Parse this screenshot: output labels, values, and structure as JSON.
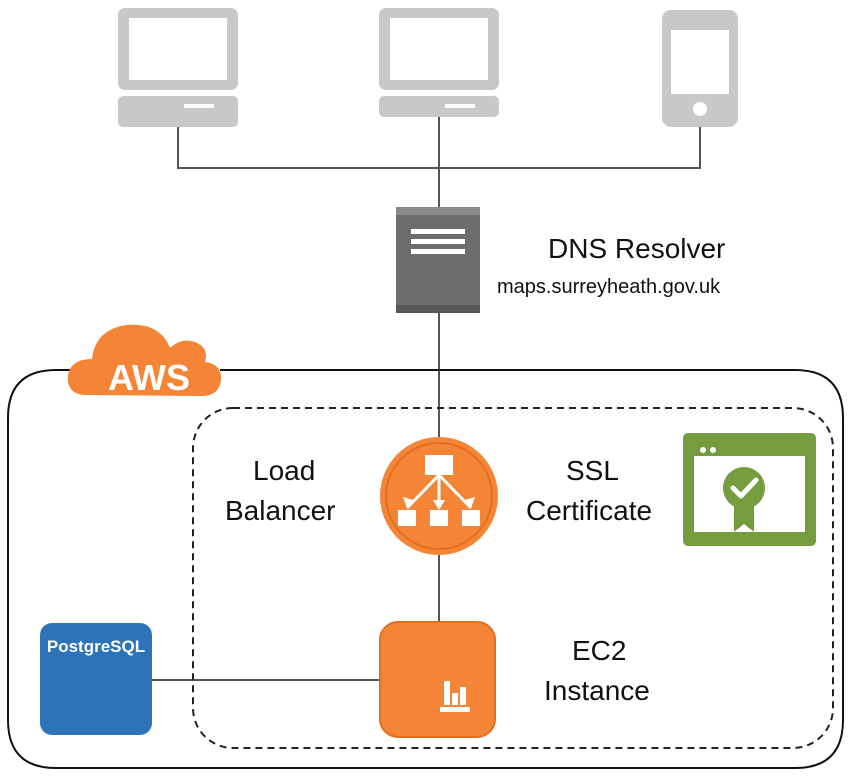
{
  "dns": {
    "title": "DNS Resolver",
    "host": "maps.surreyheath.gov.uk"
  },
  "cloud": {
    "provider_label": "AWS"
  },
  "load_balancer": {
    "line1": "Load",
    "line2": "Balancer"
  },
  "ssl": {
    "line1": "SSL",
    "line2": "Certificate"
  },
  "ec2": {
    "line1": "EC2",
    "line2": "Instance"
  },
  "database": {
    "label": "PostgreSQL"
  },
  "colors": {
    "aws_orange": "#f58536",
    "device_gray": "#c8c8c8",
    "server_gray": "#6d6d6d",
    "cert_green": "#759c3e",
    "db_blue": "#2e73b8"
  },
  "icons": {
    "clients": [
      "desktop-computer-icon",
      "desktop-computer-icon",
      "mobile-phone-icon"
    ],
    "dns": "server-icon",
    "load_balancer": "load-balancer-icon",
    "ssl": "certificate-icon",
    "ec2": "ec2-instance-icon",
    "database": "database-icon",
    "cloud": "cloud-icon"
  }
}
